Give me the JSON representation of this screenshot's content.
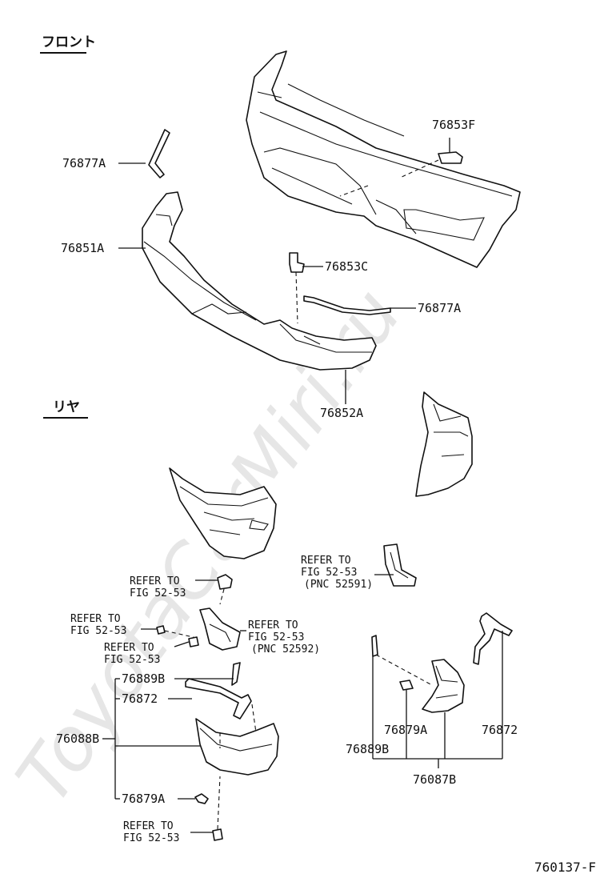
{
  "watermark": "ToyotaCarMiri.ru",
  "sections": {
    "front": "フロント",
    "rear": "リヤ"
  },
  "labels": {
    "p76853F": "76853F",
    "p76877A_top": "76877A",
    "p76851A": "76851A",
    "p76853C": "76853C",
    "p76877A_mid": "76877A",
    "p76852A": "76852A",
    "p76889B_left": "76889B",
    "p76872_left": "76872",
    "p76088B": "76088B",
    "p76879A_left": "76879A",
    "p76879A_right": "76879A",
    "p76872_right": "76872",
    "p76889B_right": "76889B",
    "p76087B": "76087B"
  },
  "refs": {
    "ref_1": [
      "REFER TO",
      "FIG 52-53",
      "(PNC 52591)"
    ],
    "ref_2": [
      "REFER TO",
      "FIG 52-53"
    ],
    "ref_3": [
      "REFER TO",
      "FIG 52-53"
    ],
    "ref_4": [
      "REFER TO",
      "FIG 52-53",
      "(PNC 52592)"
    ],
    "ref_5": [
      "REFER TO",
      "FIG 52-53"
    ],
    "ref_6": [
      "REFER TO",
      "FIG 52-53"
    ]
  },
  "figure_number": "760137-F"
}
